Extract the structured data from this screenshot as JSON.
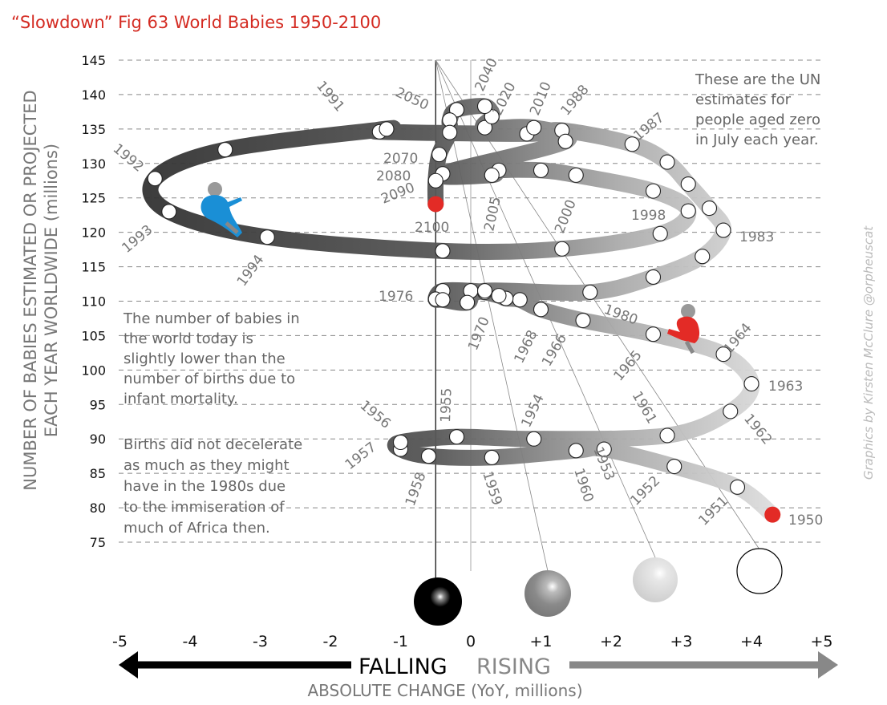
{
  "chart_data": {
    "type": "scatter",
    "title": "“Slowdown” Fig 63 World Babies 1950-2100",
    "ylabel_line1": "NUMBER OF BABIES ESTIMATED OR PROJECTED",
    "ylabel_line2": "EACH YEAR WORLDWIDE (millions)",
    "xlabel": "ABSOLUTE CHANGE (YoY, millions)",
    "falling_label": "FALLING",
    "rising_label": "RISING",
    "xlim": [
      -5,
      5
    ],
    "ylim": [
      75,
      145
    ],
    "y_ticks": [
      "145",
      "140",
      "135",
      "130",
      "125",
      "120",
      "115",
      "110",
      "105",
      "100",
      "95",
      "90",
      "85",
      "80",
      "75"
    ],
    "x_ticks": [
      "-5",
      "-4",
      "-3",
      "-2",
      "-1",
      "0",
      "+1",
      "+2",
      "+3",
      "+4",
      "+5"
    ],
    "grid": true,
    "credit": "Graphics by Kirsten McClure @orpheuscat",
    "annotation_top_right": [
      "These are the UN",
      "estimates for",
      "people aged zero",
      "in July each year."
    ],
    "annotation_left_1": [
      "The number of babies in",
      "the world today is",
      "slightly lower than the",
      "number of births due to",
      "infant mortality."
    ],
    "annotation_left_2": [
      "Births did not decelerate",
      "as much as they might",
      "have in the 1980s due",
      "to the immiseration of",
      "much of Africa then."
    ],
    "highlight_color": "#e32b26",
    "points": [
      {
        "year": "1950",
        "x": 4.3,
        "y": 79
      },
      {
        "year": "1951",
        "x": 3.8,
        "y": 83
      },
      {
        "year": "1952",
        "x": 2.9,
        "y": 86
      },
      {
        "year": "1953",
        "x": 1.9,
        "y": 88.5
      },
      {
        "year": "1960",
        "x": 1.5,
        "y": 88.3
      },
      {
        "year": "1959",
        "x": 0.3,
        "y": 87.3
      },
      {
        "year": "1958",
        "x": -0.6,
        "y": 87.5
      },
      {
        "year": "1957",
        "x": -1,
        "y": 88.5
      },
      {
        "year": "1956",
        "x": -1,
        "y": 89.5
      },
      {
        "year": "1955",
        "x": -0.2,
        "y": 90.3
      },
      {
        "year": "1954",
        "x": 0.9,
        "y": 90
      },
      {
        "year": "1961",
        "x": 2.8,
        "y": 90.5
      },
      {
        "year": "1962",
        "x": 3.7,
        "y": 94
      },
      {
        "year": "1963",
        "x": 4,
        "y": 98
      },
      {
        "year": "1964",
        "x": 3.6,
        "y": 102.3
      },
      {
        "year": "1965",
        "x": 2.6,
        "y": 105.2
      },
      {
        "year": "1966",
        "x": 1.6,
        "y": 107.2
      },
      {
        "year": "1968",
        "x": 1,
        "y": 108.8
      },
      {
        "year": "1970",
        "x": 0.7,
        "y": 110.2
      },
      {
        "year": "1971",
        "x": 0.5,
        "y": 110.4
      },
      {
        "year": "1972",
        "x": 0.4,
        "y": 110.8
      },
      {
        "year": "1973",
        "x": 0.2,
        "y": 111.3
      },
      {
        "year": "1974",
        "x": 0,
        "y": 111.5
      },
      {
        "year": "1975",
        "x": -0.4,
        "y": 111.5
      },
      {
        "year": "1976",
        "x": -0.5,
        "y": 110.3
      },
      {
        "year": "1977",
        "x": -0.4,
        "y": 110.2
      },
      {
        "year": "1978",
        "x": -0.05,
        "y": 109.8
      },
      {
        "year": "1979",
        "x": 0.2,
        "y": 111.5
      },
      {
        "year": "1980",
        "x": 1.7,
        "y": 111.3
      },
      {
        "year": "1981",
        "x": 2.6,
        "y": 113.5
      },
      {
        "year": "1982",
        "x": 3.3,
        "y": 116.5
      },
      {
        "year": "1983",
        "x": 3.6,
        "y": 120.3
      },
      {
        "year": "1984",
        "x": 3.4,
        "y": 123.5
      },
      {
        "year": "1985",
        "x": 3.1,
        "y": 127
      },
      {
        "year": "1986",
        "x": 2.8,
        "y": 130.2
      },
      {
        "year": "1987",
        "x": 2.3,
        "y": 132.8
      },
      {
        "year": "1988",
        "x": 1.3,
        "y": 134.8
      },
      {
        "year": "1989",
        "x": 0.8,
        "y": 134.3
      },
      {
        "year": "1990",
        "x": -1.3,
        "y": 134.6
      },
      {
        "year": "1991",
        "x": -1.2,
        "y": 135
      },
      {
        "year": "1992",
        "x": -3.5,
        "y": 132
      },
      {
        "year": "1993",
        "x": -4.5,
        "y": 127.8
      },
      {
        "year": "1994",
        "x": -4.3,
        "y": 123
      },
      {
        "year": "1995",
        "x": -2.9,
        "y": 119.3
      },
      {
        "year": "1996",
        "x": -0.4,
        "y": 117.3
      },
      {
        "year": "1997",
        "x": 1.3,
        "y": 117.6
      },
      {
        "year": "1998",
        "x": 2.7,
        "y": 119.8
      },
      {
        "year": "1999",
        "x": 3.1,
        "y": 123.1
      },
      {
        "year": "2000",
        "x": 2.6,
        "y": 126
      },
      {
        "year": "2001",
        "x": 1.5,
        "y": 128.3
      },
      {
        "year": "2002",
        "x": 1,
        "y": 129
      },
      {
        "year": "2003",
        "x": 0.4,
        "y": 129
      },
      {
        "year": "2004",
        "x": 0.3,
        "y": 128.3
      },
      {
        "year": "2005",
        "x": -0.4,
        "y": 128.5
      },
      {
        "year": "2010",
        "x": 1.35,
        "y": 133.2
      },
      {
        "year": "2020",
        "x": 0.9,
        "y": 135.2
      },
      {
        "year": "2025",
        "x": 0.2,
        "y": 135.2
      },
      {
        "year": "2030",
        "x": 0.3,
        "y": 136.8
      },
      {
        "year": "2040",
        "x": 0.2,
        "y": 138.3
      },
      {
        "year": "2045",
        "x": -0.2,
        "y": 137.8
      },
      {
        "year": "2050",
        "x": -0.3,
        "y": 136.3
      },
      {
        "year": "2060",
        "x": -0.3,
        "y": 134.5
      },
      {
        "year": "2070",
        "x": -0.45,
        "y": 131.3
      },
      {
        "year": "2080",
        "x": -0.5,
        "y": 127.5
      },
      {
        "year": "2100",
        "x": -0.5,
        "y": 124.1
      }
    ],
    "year_labels": [
      {
        "text": "1950",
        "color": "#e32b26"
      },
      {
        "text": "1951"
      },
      {
        "text": "1952"
      },
      {
        "text": "1953"
      },
      {
        "text": "1954"
      },
      {
        "text": "1955"
      },
      {
        "text": "1956"
      },
      {
        "text": "1957"
      },
      {
        "text": "1958"
      },
      {
        "text": "1959"
      },
      {
        "text": "1960"
      },
      {
        "text": "1961"
      },
      {
        "text": "1962"
      },
      {
        "text": "1963"
      },
      {
        "text": "1964"
      },
      {
        "text": "1965"
      },
      {
        "text": "1966"
      },
      {
        "text": "1968"
      },
      {
        "text": "1970"
      },
      {
        "text": "1976"
      },
      {
        "text": "1980"
      },
      {
        "text": "1983"
      },
      {
        "text": "1987"
      },
      {
        "text": "1988"
      },
      {
        "text": "1991"
      },
      {
        "text": "1992"
      },
      {
        "text": "1993"
      },
      {
        "text": "1994"
      },
      {
        "text": "1998"
      },
      {
        "text": "2000"
      },
      {
        "text": "2005"
      },
      {
        "text": "2010"
      },
      {
        "text": "2020"
      },
      {
        "text": "2040"
      },
      {
        "text": "2050"
      },
      {
        "text": "2070"
      },
      {
        "text": "2080"
      },
      {
        "text": "2090"
      },
      {
        "text": "2100",
        "color": "#e32b26"
      }
    ]
  }
}
